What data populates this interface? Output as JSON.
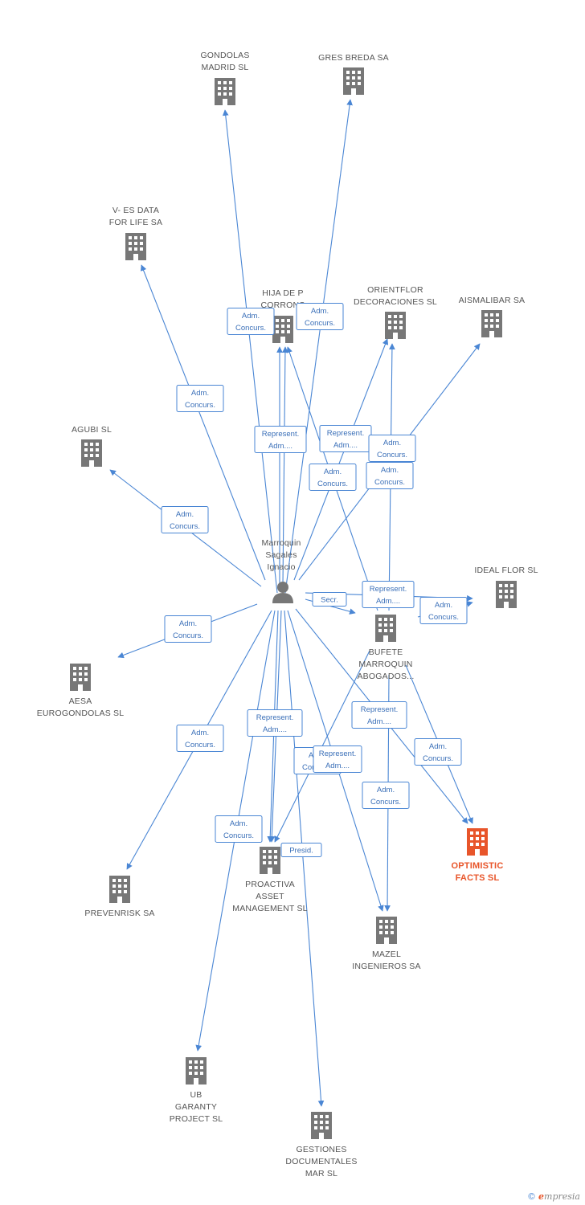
{
  "center": {
    "lines": [
      "Marroquin",
      "Sagales",
      "Ignacio"
    ]
  },
  "nodes": [
    {
      "id": "gondolas",
      "lines": [
        "GONDOLAS",
        "MADRID SL"
      ]
    },
    {
      "id": "gres",
      "lines": [
        "GRES BREDA SA"
      ]
    },
    {
      "id": "vesdata",
      "lines": [
        "V- ES DATA",
        "FOR LIFE SA"
      ]
    },
    {
      "id": "hija",
      "lines": [
        "HIJA DE P",
        "CORRONS"
      ]
    },
    {
      "id": "orientflor",
      "lines": [
        "ORIENTFLOR",
        "DECORACIONES SL"
      ]
    },
    {
      "id": "aismalibar",
      "lines": [
        "AISMALIBAR SA"
      ]
    },
    {
      "id": "agubi",
      "lines": [
        "AGUBI SL"
      ]
    },
    {
      "id": "idealflor",
      "lines": [
        "IDEAL FLOR SL"
      ]
    },
    {
      "id": "bufete",
      "lines": [
        "BUFETE",
        "MARROQUIN",
        "ABOGADOS..."
      ]
    },
    {
      "id": "aesa",
      "lines": [
        "AESA",
        "EUROGONDOLAS SL"
      ]
    },
    {
      "id": "optimistic",
      "lines": [
        "OPTIMISTIC",
        "FACTS SL"
      ],
      "highlight": true
    },
    {
      "id": "prevenrisk",
      "lines": [
        "PREVENRISK SA"
      ]
    },
    {
      "id": "proactiva",
      "lines": [
        "PROACTIVA",
        "ASSET",
        "MANAGEMENT SL"
      ]
    },
    {
      "id": "mazel",
      "lines": [
        "MAZEL",
        "INGENIEROS SA"
      ]
    },
    {
      "id": "ubgaranty",
      "lines": [
        "UB",
        "GARANTY",
        "PROJECT SL"
      ]
    },
    {
      "id": "gestiones",
      "lines": [
        "GESTIONES",
        "DOCUMENTALES",
        "MAR SL"
      ]
    }
  ],
  "edge_labels": [
    {
      "id": "l1",
      "lines": [
        "Adm.",
        "Concurs."
      ]
    },
    {
      "id": "l2",
      "lines": [
        "Adm.",
        "Concurs."
      ]
    },
    {
      "id": "l3",
      "lines": [
        "Adm.",
        "Concurs."
      ]
    },
    {
      "id": "l4",
      "lines": [
        "Represent.",
        "Adm...."
      ]
    },
    {
      "id": "l5",
      "lines": [
        "Represent.",
        "Adm...."
      ]
    },
    {
      "id": "l6",
      "lines": [
        "Adm.",
        "Concurs."
      ]
    },
    {
      "id": "l7",
      "lines": [
        "Adm.",
        "Concurs."
      ]
    },
    {
      "id": "l8",
      "lines": [
        "Adm.",
        "Concurs."
      ]
    },
    {
      "id": "l9",
      "lines": [
        "Adm.",
        "Concurs."
      ]
    },
    {
      "id": "l10",
      "lines": [
        "Secr."
      ]
    },
    {
      "id": "l11",
      "lines": [
        "Represent.",
        "Adm...."
      ]
    },
    {
      "id": "l12",
      "lines": [
        "Adm.",
        "Concurs."
      ]
    },
    {
      "id": "l13",
      "lines": [
        "Adm.",
        "Concurs."
      ]
    },
    {
      "id": "l14",
      "lines": [
        "Adm.",
        "Concurs."
      ]
    },
    {
      "id": "l15",
      "lines": [
        "Represent.",
        "Adm...."
      ]
    },
    {
      "id": "l16",
      "lines": [
        "Represent.",
        "Adm...."
      ]
    },
    {
      "id": "l17",
      "lines": [
        "Adm.",
        "Concurs."
      ]
    },
    {
      "id": "l18",
      "lines": [
        "Adm.",
        "Concurs."
      ]
    },
    {
      "id": "l19",
      "lines": [
        "Adm.",
        "Concurs."
      ]
    },
    {
      "id": "l20",
      "lines": [
        "Adm.",
        "Concurs."
      ]
    },
    {
      "id": "l21",
      "lines": [
        "Presid."
      ]
    },
    {
      "id": "l22",
      "lines": [
        "Represent.",
        "Adm...."
      ]
    }
  ],
  "footer": {
    "copyright": "©",
    "brand_initial": "e",
    "brand_rest": "mpresia"
  },
  "colors": {
    "edge": "#4a86d4",
    "node": "#777777",
    "highlight": "#e8552a"
  },
  "icons": {
    "company": "building-icon",
    "person": "person-icon"
  }
}
